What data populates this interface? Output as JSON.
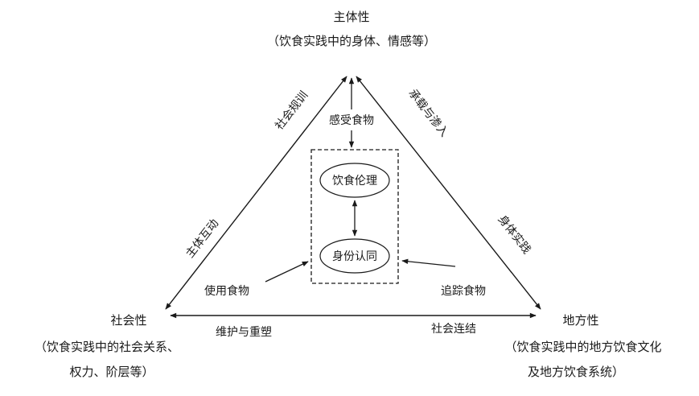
{
  "diagram": {
    "line_color": "#1a1a1a",
    "vertices": {
      "top": {
        "title": "主体性",
        "subtitle": "（饮食实践中的身体、情感等）"
      },
      "left": {
        "title": "社会性",
        "subtitle_line1": "（饮食实践中的社会关系、",
        "subtitle_line2": "权力、阶层等）"
      },
      "right": {
        "title": "地方性",
        "subtitle_line1": "（饮食实践中的地方饮食文化",
        "subtitle_line2": "及地方饮食系统）"
      }
    },
    "edges": {
      "left_upper": "社会规训",
      "left_lower": "主体互动",
      "right_upper": "承载与渗入",
      "right_lower": "身体实践",
      "bottom_left": "维护与重塑",
      "bottom_right": "社会连结"
    },
    "center": {
      "top_ellipse": "饮食伦理",
      "bottom_ellipse": "身份认同"
    },
    "inner_arrows": {
      "top": "感受食物",
      "left": "使用食物",
      "right": "追踪食物"
    }
  }
}
